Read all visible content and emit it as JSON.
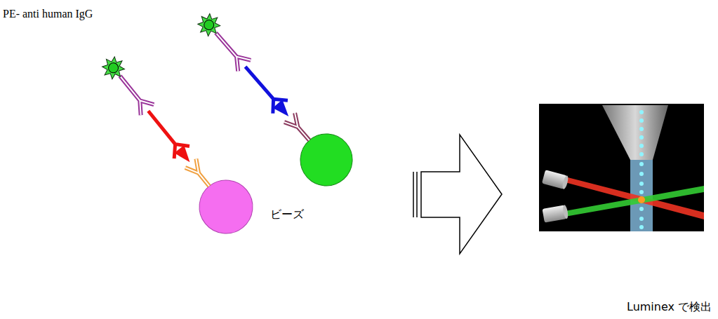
{
  "diagram": {
    "labels": [
      "PE- anti human IgG",
      "ビーズ",
      "Luminex で検出"
    ]
  }
}
